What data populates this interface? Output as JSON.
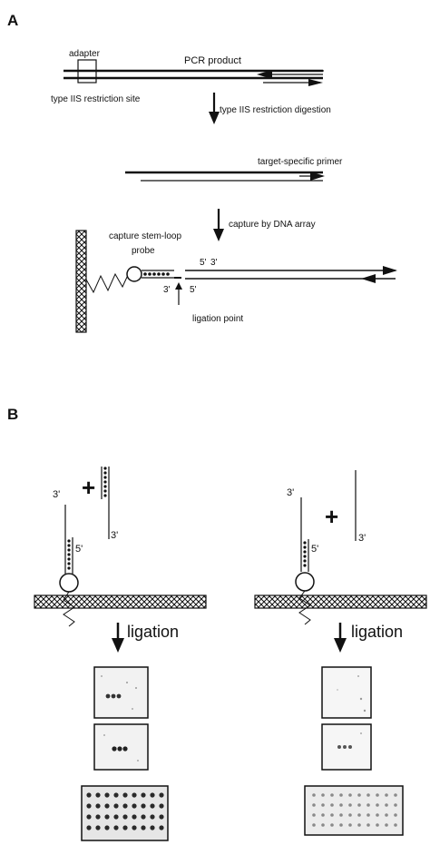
{
  "panel_a": {
    "letter": "A",
    "adapter": "adapter",
    "pcr_product": "PCR product",
    "type_iis_site": "type IIS restriction site",
    "digestion_step": "type IIS restriction digestion",
    "target_primer": "target-specific primer",
    "capture_step": "capture by DNA array",
    "probe_line1": "capture stem-loop",
    "probe_line2": "probe",
    "end_5_top": "5'",
    "end_3_top": "3'",
    "end_3_left": "3'",
    "end_5_bottom": "5'",
    "ligation_point": "ligation point"
  },
  "panel_b": {
    "letter": "B",
    "left": {
      "end_3_probe": "3'",
      "end_5_probe": "5'",
      "end_3_target": "3'",
      "plus": "+",
      "step": "ligation"
    },
    "right": {
      "end_3_probe": "3'",
      "end_5_probe": "5'",
      "end_3_target": "3'",
      "plus": "+",
      "step": "ligation"
    }
  },
  "colors": {
    "ink": "#111111",
    "array_bg": "#f2f2f2",
    "spot": "#333333"
  }
}
